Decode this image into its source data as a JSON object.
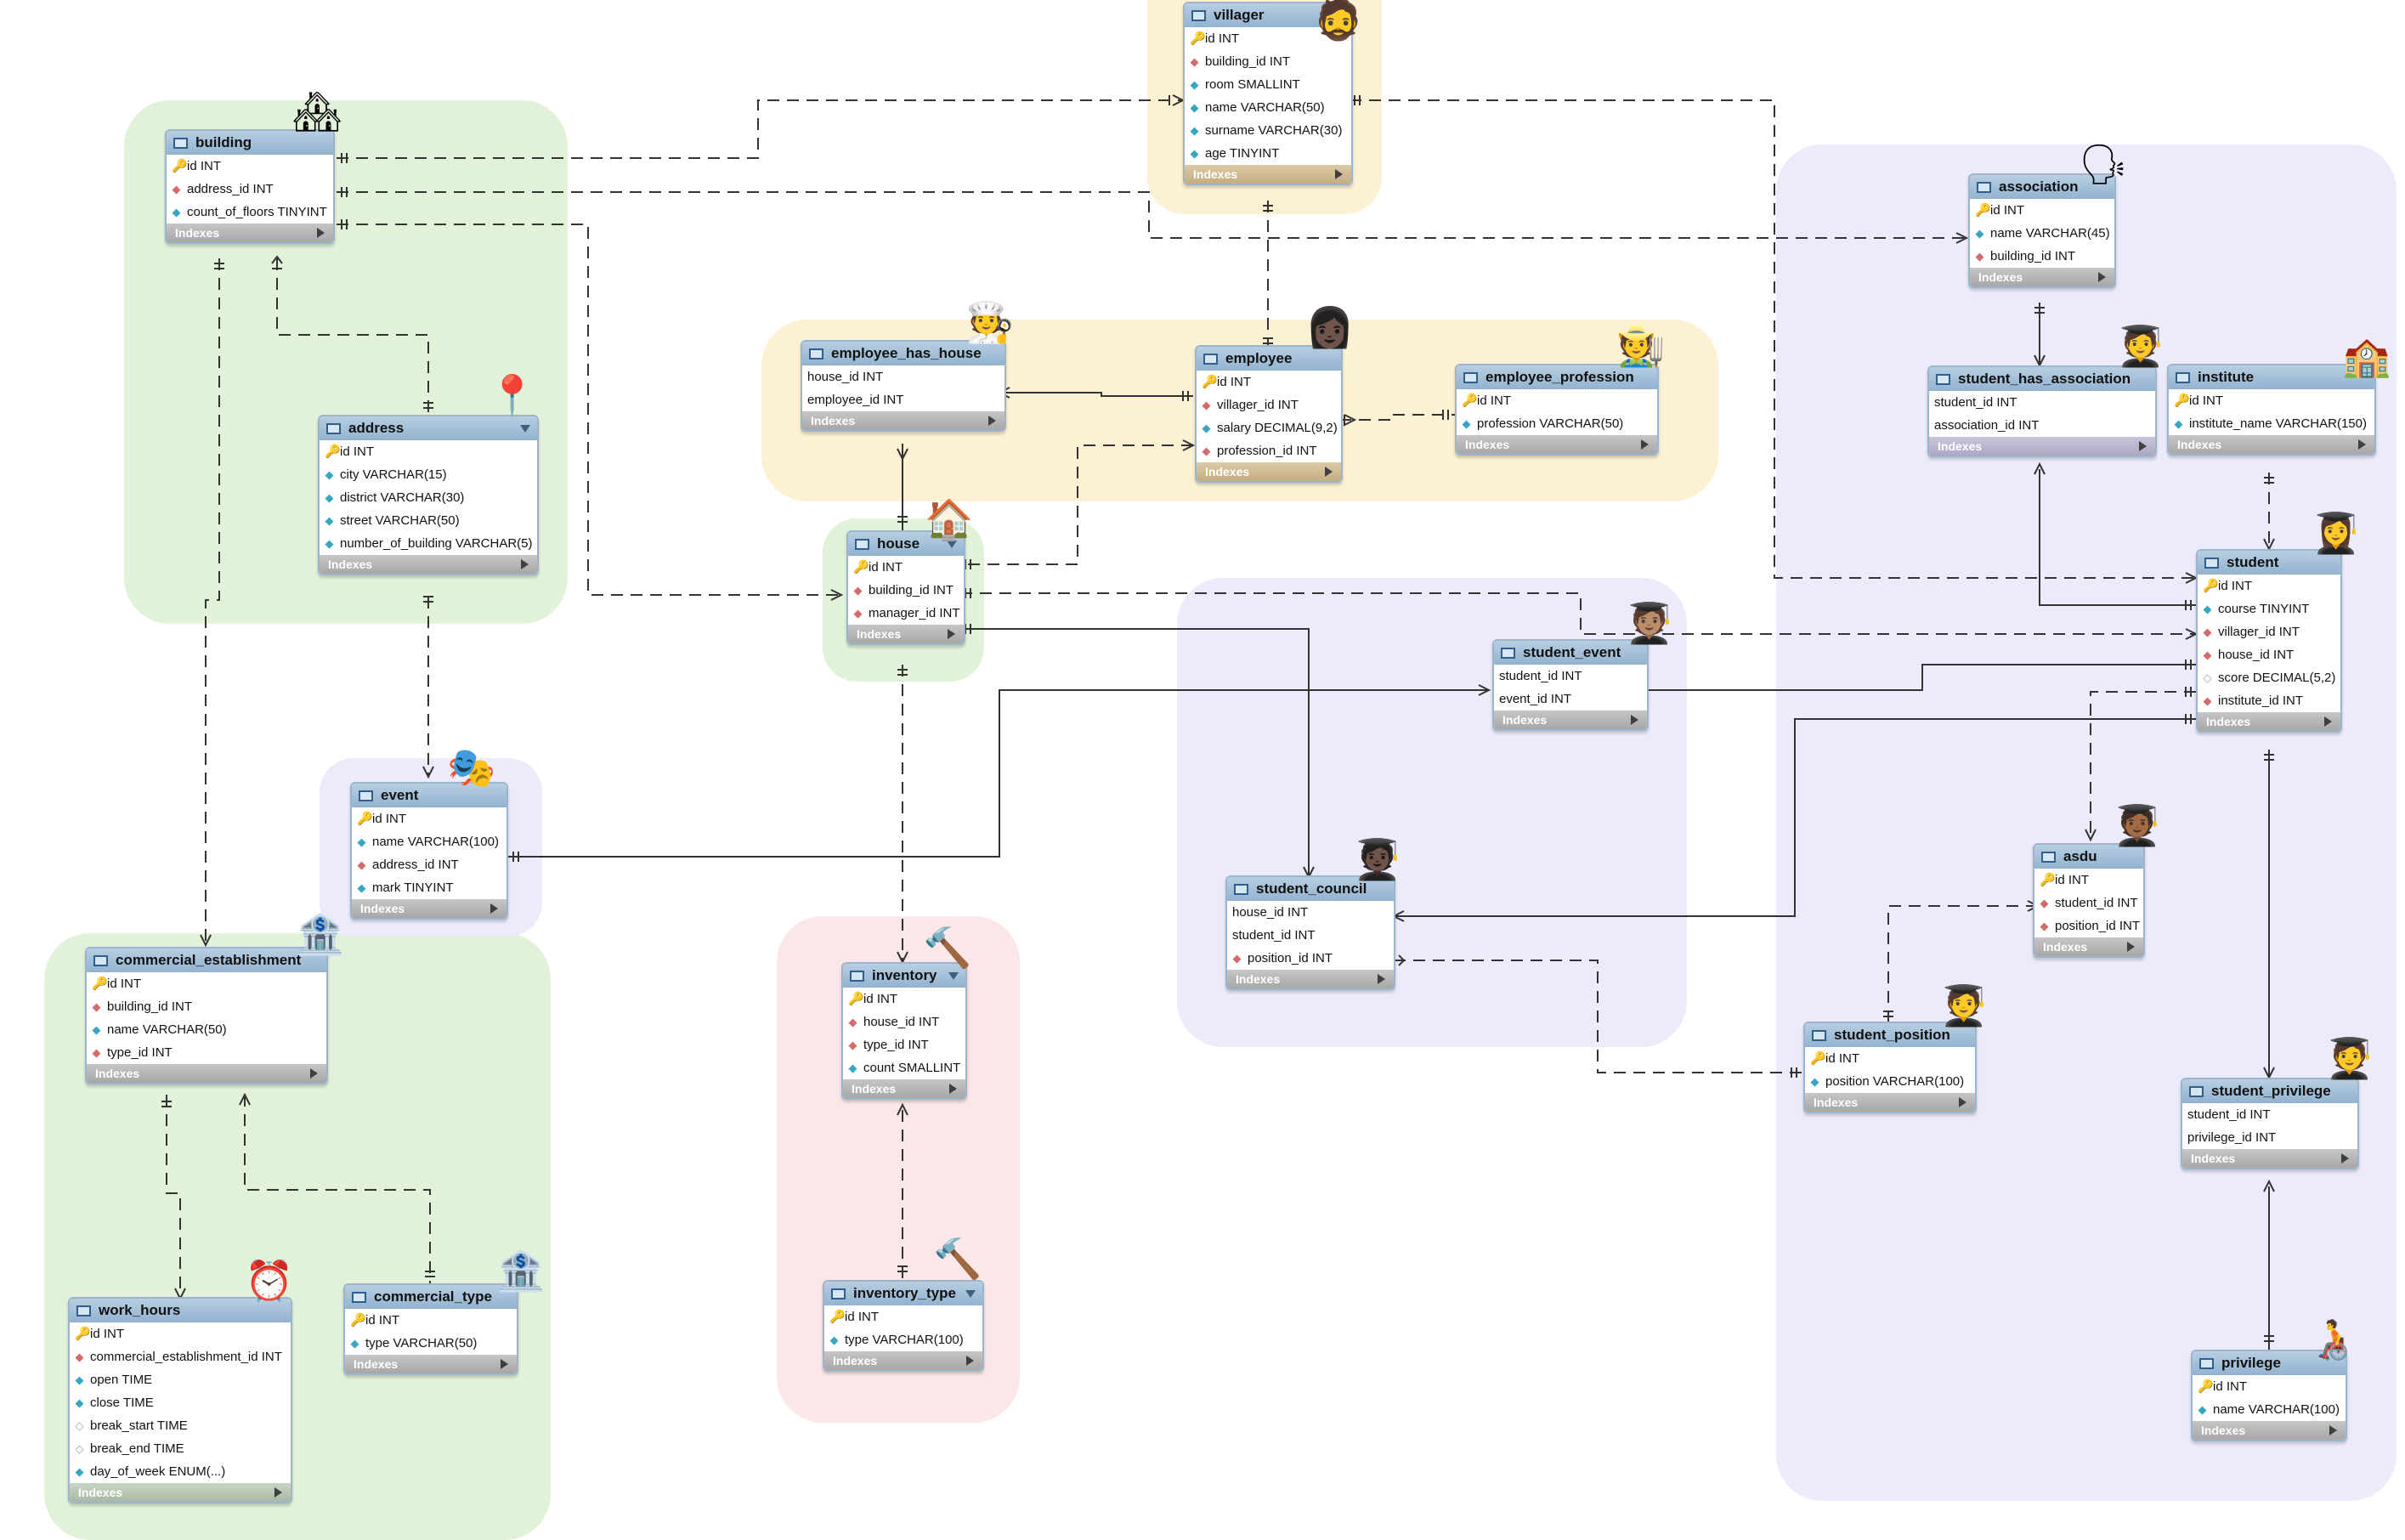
{
  "diagram": {
    "colors": {
      "green_area": "#e1f2d9",
      "yellow_area": "#fdf1d3",
      "blue_area": "#ebebfc",
      "pink_area": "#fce7e8",
      "table_header": "#a6c1da",
      "line": "#333333"
    },
    "tables": {
      "villager": {
        "name": "villager",
        "icon": "bearded-man",
        "rows": [
          {
            "kind": "pk",
            "text": "id INT"
          },
          {
            "kind": "fk",
            "text": "building_id INT"
          },
          {
            "kind": "col",
            "text": "room SMALLINT"
          },
          {
            "kind": "col",
            "text": "name VARCHAR(50)"
          },
          {
            "kind": "col",
            "text": "surname VARCHAR(30)"
          },
          {
            "kind": "col",
            "text": "age TINYINT"
          }
        ],
        "footer": "Indexes"
      },
      "building": {
        "name": "building",
        "icon": "house-buildings",
        "rows": [
          {
            "kind": "pk",
            "text": "id INT"
          },
          {
            "kind": "fk",
            "text": "address_id INT"
          },
          {
            "kind": "col",
            "text": "count_of_floors TINYINT"
          }
        ],
        "footer": "Indexes"
      },
      "address": {
        "name": "address",
        "icon": "pin",
        "rows": [
          {
            "kind": "pk",
            "text": "id INT"
          },
          {
            "kind": "col",
            "text": "city VARCHAR(15)"
          },
          {
            "kind": "col",
            "text": "district VARCHAR(30)"
          },
          {
            "kind": "col",
            "text": "street VARCHAR(50)"
          },
          {
            "kind": "col",
            "text": "number_of_building VARCHAR(5)"
          }
        ],
        "footer": "Indexes"
      },
      "employee_has_house": {
        "name": "employee_has_house",
        "icon": "cook",
        "rows": [
          {
            "kind": "plain",
            "text": "house_id INT"
          },
          {
            "kind": "plain",
            "text": "employee_id INT"
          }
        ],
        "footer": "Indexes"
      },
      "employee": {
        "name": "employee",
        "icon": "woman",
        "rows": [
          {
            "kind": "pk",
            "text": "id INT"
          },
          {
            "kind": "fk",
            "text": "villager_id INT"
          },
          {
            "kind": "col",
            "text": "salary DECIMAL(9,2)"
          },
          {
            "kind": "fk",
            "text": "profession_id INT"
          }
        ],
        "footer": "Indexes"
      },
      "employee_profession": {
        "name": "employee_profession",
        "icon": "farmer",
        "rows": [
          {
            "kind": "pk",
            "text": "id INT"
          },
          {
            "kind": "col",
            "text": "profession VARCHAR(50)"
          }
        ],
        "footer": "Indexes"
      },
      "house": {
        "name": "house",
        "icon": "house",
        "rows": [
          {
            "kind": "pk",
            "text": "id INT"
          },
          {
            "kind": "fk",
            "text": "building_id INT"
          },
          {
            "kind": "fk",
            "text": "manager_id INT"
          }
        ],
        "footer": "Indexes"
      },
      "association": {
        "name": "association",
        "icon": "speaking-head",
        "rows": [
          {
            "kind": "pk",
            "text": "id INT"
          },
          {
            "kind": "col",
            "text": "name VARCHAR(45)"
          },
          {
            "kind": "fk",
            "text": "building_id INT"
          }
        ],
        "footer": "Indexes"
      },
      "student_has_association": {
        "name": "student_has_association",
        "icon": "student",
        "rows": [
          {
            "kind": "plain",
            "text": "student_id INT"
          },
          {
            "kind": "plain",
            "text": "association_id INT"
          }
        ],
        "footer": "Indexes"
      },
      "institute": {
        "name": "institute",
        "icon": "school",
        "rows": [
          {
            "kind": "pk",
            "text": "id INT"
          },
          {
            "kind": "col",
            "text": "institute_name VARCHAR(150)"
          }
        ],
        "footer": "Indexes"
      },
      "student": {
        "name": "student",
        "icon": "student-woman",
        "rows": [
          {
            "kind": "pk",
            "text": "id INT"
          },
          {
            "kind": "col",
            "text": "course TINYINT"
          },
          {
            "kind": "fk",
            "text": "villager_id INT"
          },
          {
            "kind": "fk",
            "text": "house_id INT"
          },
          {
            "kind": "nil",
            "text": "score DECIMAL(5,2)"
          },
          {
            "kind": "fk",
            "text": "institute_id INT"
          }
        ],
        "footer": "Indexes"
      },
      "student_event": {
        "name": "student_event",
        "icon": "student",
        "rows": [
          {
            "kind": "plain",
            "text": "student_id INT"
          },
          {
            "kind": "plain",
            "text": "event_id INT"
          }
        ],
        "footer": "Indexes"
      },
      "event": {
        "name": "event",
        "icon": "theater-masks",
        "rows": [
          {
            "kind": "pk",
            "text": "id INT"
          },
          {
            "kind": "col",
            "text": "name VARCHAR(100)"
          },
          {
            "kind": "fk",
            "text": "address_id INT"
          },
          {
            "kind": "col",
            "text": "mark TINYINT"
          }
        ],
        "footer": "Indexes"
      },
      "commercial_establishment": {
        "name": "commercial_establishment",
        "icon": "bank",
        "rows": [
          {
            "kind": "pk",
            "text": "id INT"
          },
          {
            "kind": "fk",
            "text": "building_id INT"
          },
          {
            "kind": "col",
            "text": "name VARCHAR(50)"
          },
          {
            "kind": "fk",
            "text": "type_id INT"
          }
        ],
        "footer": "Indexes"
      },
      "inventory": {
        "name": "inventory",
        "icon": "hammer",
        "rows": [
          {
            "kind": "pk",
            "text": "id INT"
          },
          {
            "kind": "fk",
            "text": "house_id INT"
          },
          {
            "kind": "fk",
            "text": "type_id INT"
          },
          {
            "kind": "col",
            "text": "count SMALLINT"
          }
        ],
        "footer": "Indexes"
      },
      "student_council": {
        "name": "student_council",
        "icon": "student",
        "rows": [
          {
            "kind": "plain",
            "text": "house_id INT"
          },
          {
            "kind": "plain",
            "text": "student_id INT"
          },
          {
            "kind": "fk",
            "text": "position_id INT"
          }
        ],
        "footer": "Indexes"
      },
      "asdu": {
        "name": "asdu",
        "icon": "student",
        "rows": [
          {
            "kind": "pk",
            "text": "id INT"
          },
          {
            "kind": "fk",
            "text": "student_id INT"
          },
          {
            "kind": "fk",
            "text": "position_id INT"
          }
        ],
        "footer": "Indexes"
      },
      "student_position": {
        "name": "student_position",
        "icon": "student",
        "rows": [
          {
            "kind": "pk",
            "text": "id INT"
          },
          {
            "kind": "col",
            "text": "position VARCHAR(100)"
          }
        ],
        "footer": "Indexes"
      },
      "student_privilege": {
        "name": "student_privilege",
        "icon": "student",
        "rows": [
          {
            "kind": "plain",
            "text": "student_id INT"
          },
          {
            "kind": "plain",
            "text": "privilege_id INT"
          }
        ],
        "footer": "Indexes"
      },
      "work_hours": {
        "name": "work_hours",
        "icon": "alarm-clock",
        "rows": [
          {
            "kind": "pk",
            "text": "id INT"
          },
          {
            "kind": "fk",
            "text": "commercial_establishment_id INT"
          },
          {
            "kind": "col",
            "text": "open TIME"
          },
          {
            "kind": "col",
            "text": "close TIME"
          },
          {
            "kind": "nil",
            "text": "break_start TIME"
          },
          {
            "kind": "nil",
            "text": "break_end TIME"
          },
          {
            "kind": "col",
            "text": "day_of_week ENUM(...)"
          }
        ],
        "footer": "Indexes"
      },
      "commercial_type": {
        "name": "commercial_type",
        "icon": "bank",
        "rows": [
          {
            "kind": "pk",
            "text": "id INT"
          },
          {
            "kind": "col",
            "text": "type VARCHAR(50)"
          }
        ],
        "footer": "Indexes"
      },
      "inventory_type": {
        "name": "inventory_type",
        "icon": "hammer",
        "rows": [
          {
            "kind": "pk",
            "text": "id INT"
          },
          {
            "kind": "col",
            "text": "type VARCHAR(100)"
          }
        ],
        "footer": "Indexes"
      },
      "privilege": {
        "name": "privilege",
        "icon": "wheelchair-user",
        "rows": [
          {
            "kind": "pk",
            "text": "id INT"
          },
          {
            "kind": "col",
            "text": "name VARCHAR(100)"
          }
        ],
        "footer": "Indexes"
      }
    }
  }
}
